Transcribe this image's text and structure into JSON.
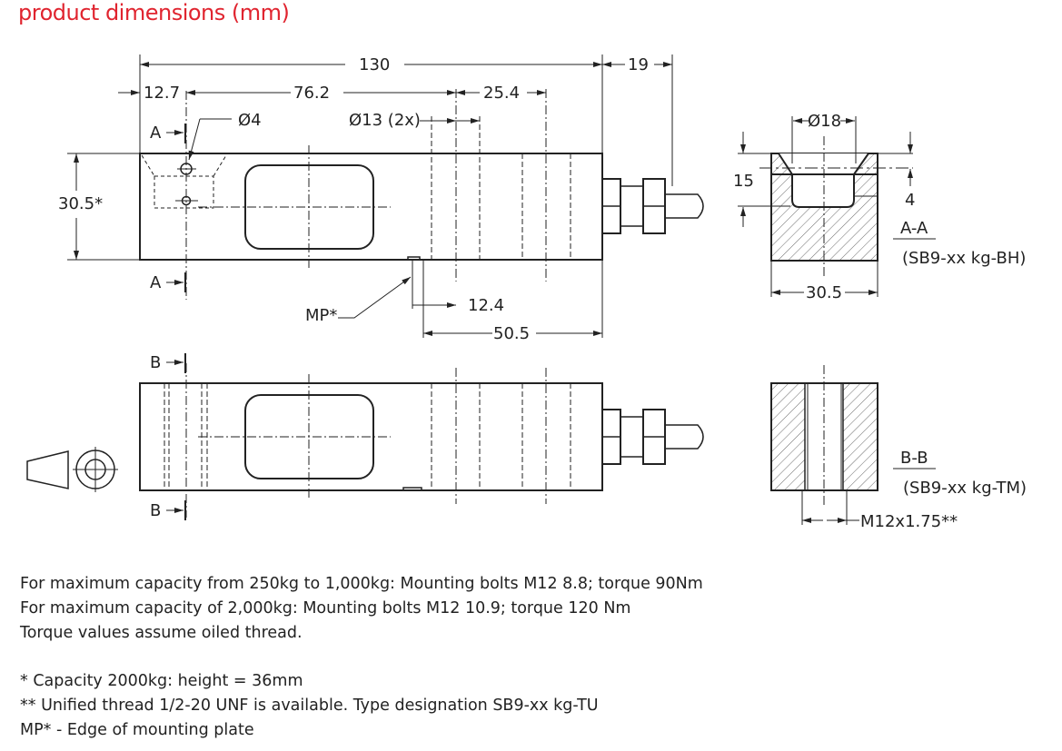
{
  "title": "product dimensions (mm)",
  "dimensions": {
    "overall_length": "130",
    "cable_gland": "19",
    "end_offset": "12.7",
    "hole_spacing": "76.2",
    "bolt_pitch": "25.4",
    "small_hole": "Ø4",
    "bolt_holes": "Ø13 (2x)",
    "height": "30.5*",
    "mp_label": "MP*",
    "mp_offset": "12.4",
    "mp_to_end": "50.5",
    "counterbore": "Ø18",
    "depth_15": "15",
    "depth_4": "4",
    "width": "30.5",
    "thread": "M12x1.75**"
  },
  "sections": {
    "a_marker": "A",
    "b_marker": "B",
    "aa_label": "A-A",
    "aa_variant": "(SB9-xx kg-BH)",
    "bb_label": "B-B",
    "bb_variant": "(SB9-xx kg-TM)"
  },
  "notes": [
    "For maximum capacity from 250kg to 1,000kg: Mounting bolts M12 8.8; torque 90Nm",
    "For maximum capacity of 2,000kg: Mounting bolts M12 10.9; torque 120 Nm",
    "Torque values assume oiled thread.",
    "* Capacity 2000kg: height = 36mm",
    "** Unified thread 1/2-20 UNF is available. Type designation SB9-xx kg-TU",
    "MP* - Edge of mounting plate"
  ],
  "colors": {
    "title": "#e0242f",
    "line": "#222222"
  }
}
